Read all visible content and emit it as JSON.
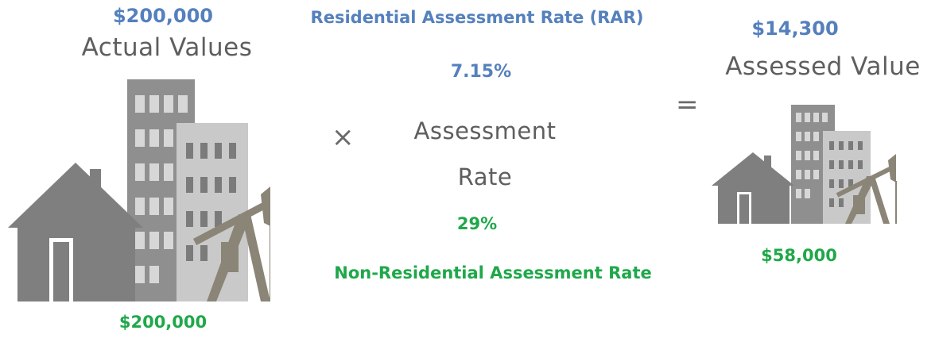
{
  "actual": {
    "residential_value": "$200,000",
    "heading": "Actual Values",
    "nonresidential_value": "$200,000"
  },
  "rates": {
    "residential_label": "Residential Assessment Rate (RAR)",
    "residential_rate": "7.15%",
    "heading_line1": "Assessment",
    "heading_line2": "Rate",
    "nonresidential_rate": "29%",
    "nonresidential_label": "Non-Residential Assessment Rate"
  },
  "assessed": {
    "residential_value": "$14,300",
    "heading": "Assessed Value",
    "nonresidential_value": "$58,000"
  },
  "operators": {
    "multiply": "×",
    "equals": "="
  },
  "colors": {
    "residential": "#5580bd",
    "nonresidential": "#1fa84a",
    "building_dark": "#8f8f8f",
    "building_light": "#c9c9c9",
    "house": "#7f7f7f",
    "pumpjack": "#8a8576"
  }
}
